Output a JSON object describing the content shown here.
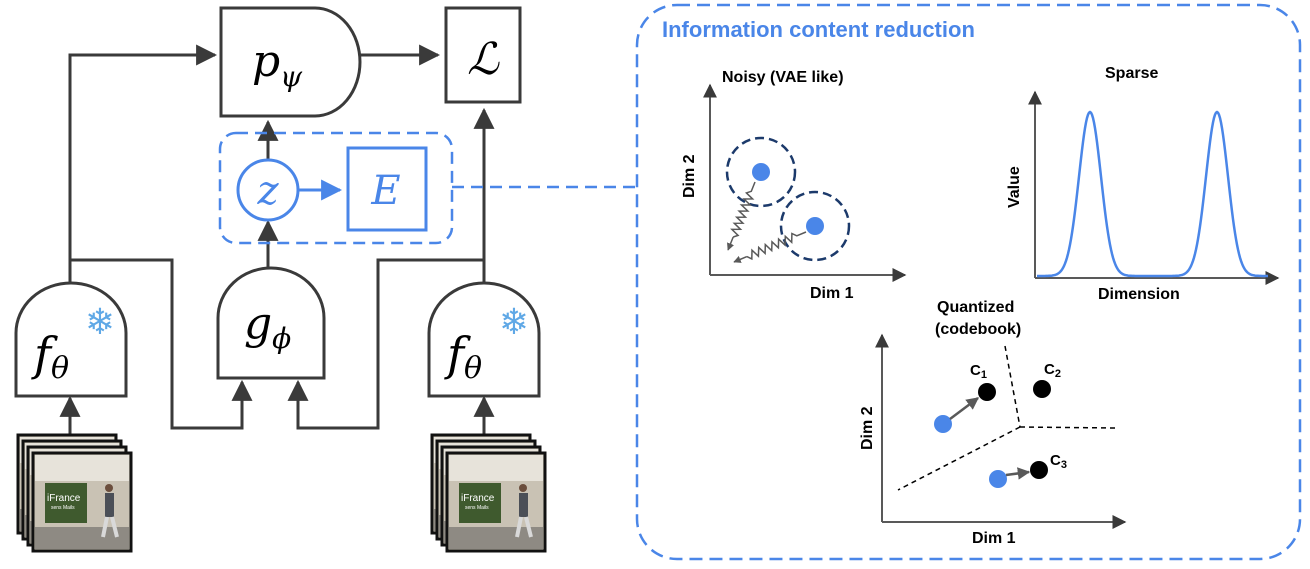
{
  "colors": {
    "stroke": "#3a3a3a",
    "blue": "#4a86e8",
    "navy": "#1c3a6b",
    "black": "#000000",
    "arrow_gray": "#595959"
  },
  "nodes": {
    "p_psi": "p",
    "p_psi_sub": "ψ",
    "loss": "ℒ",
    "z": "z",
    "E": "E",
    "g_phi": "g",
    "g_phi_sub": "ϕ",
    "f_theta": "f",
    "f_theta_sub": "θ",
    "snowflake": "❄"
  },
  "panel": {
    "title": "Information content reduction"
  },
  "noisy": {
    "title": "Noisy (VAE like)",
    "xlabel": "Dim 1",
    "ylabel": "Dim 2"
  },
  "sparse": {
    "title": "Sparse",
    "xlabel": "Dimension",
    "ylabel": "Value"
  },
  "quantized": {
    "title_line1": "Quantized",
    "title_line2": "(codebook)",
    "xlabel": "Dim 1",
    "ylabel": "Dim 2",
    "codes": [
      {
        "name": "C",
        "sub": "1"
      },
      {
        "name": "C",
        "sub": "2"
      },
      {
        "name": "C",
        "sub": "3"
      }
    ]
  },
  "video_frames": {
    "sign_line1": "iFrance",
    "sign_line2": "sens Mails"
  }
}
